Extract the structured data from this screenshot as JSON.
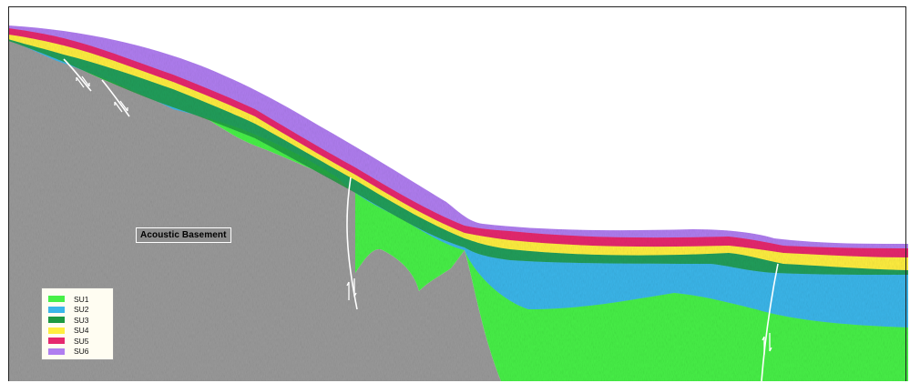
{
  "annotation": {
    "basement_label": "Acoustic Basement"
  },
  "legend": {
    "items": [
      {
        "label": "SU1",
        "color": "#47f047"
      },
      {
        "label": "SU2",
        "color": "#3bb6ea"
      },
      {
        "label": "SU3",
        "color": "#1e9a42"
      },
      {
        "label": "SU4",
        "color": "#ffee40"
      },
      {
        "label": "SU5",
        "color": "#e6286e"
      },
      {
        "label": "SU6",
        "color": "#b07ef0"
      }
    ]
  },
  "colors": {
    "basement": "#9a9a9a",
    "fault_lines": "#ffffff",
    "background": "#ffffff"
  }
}
